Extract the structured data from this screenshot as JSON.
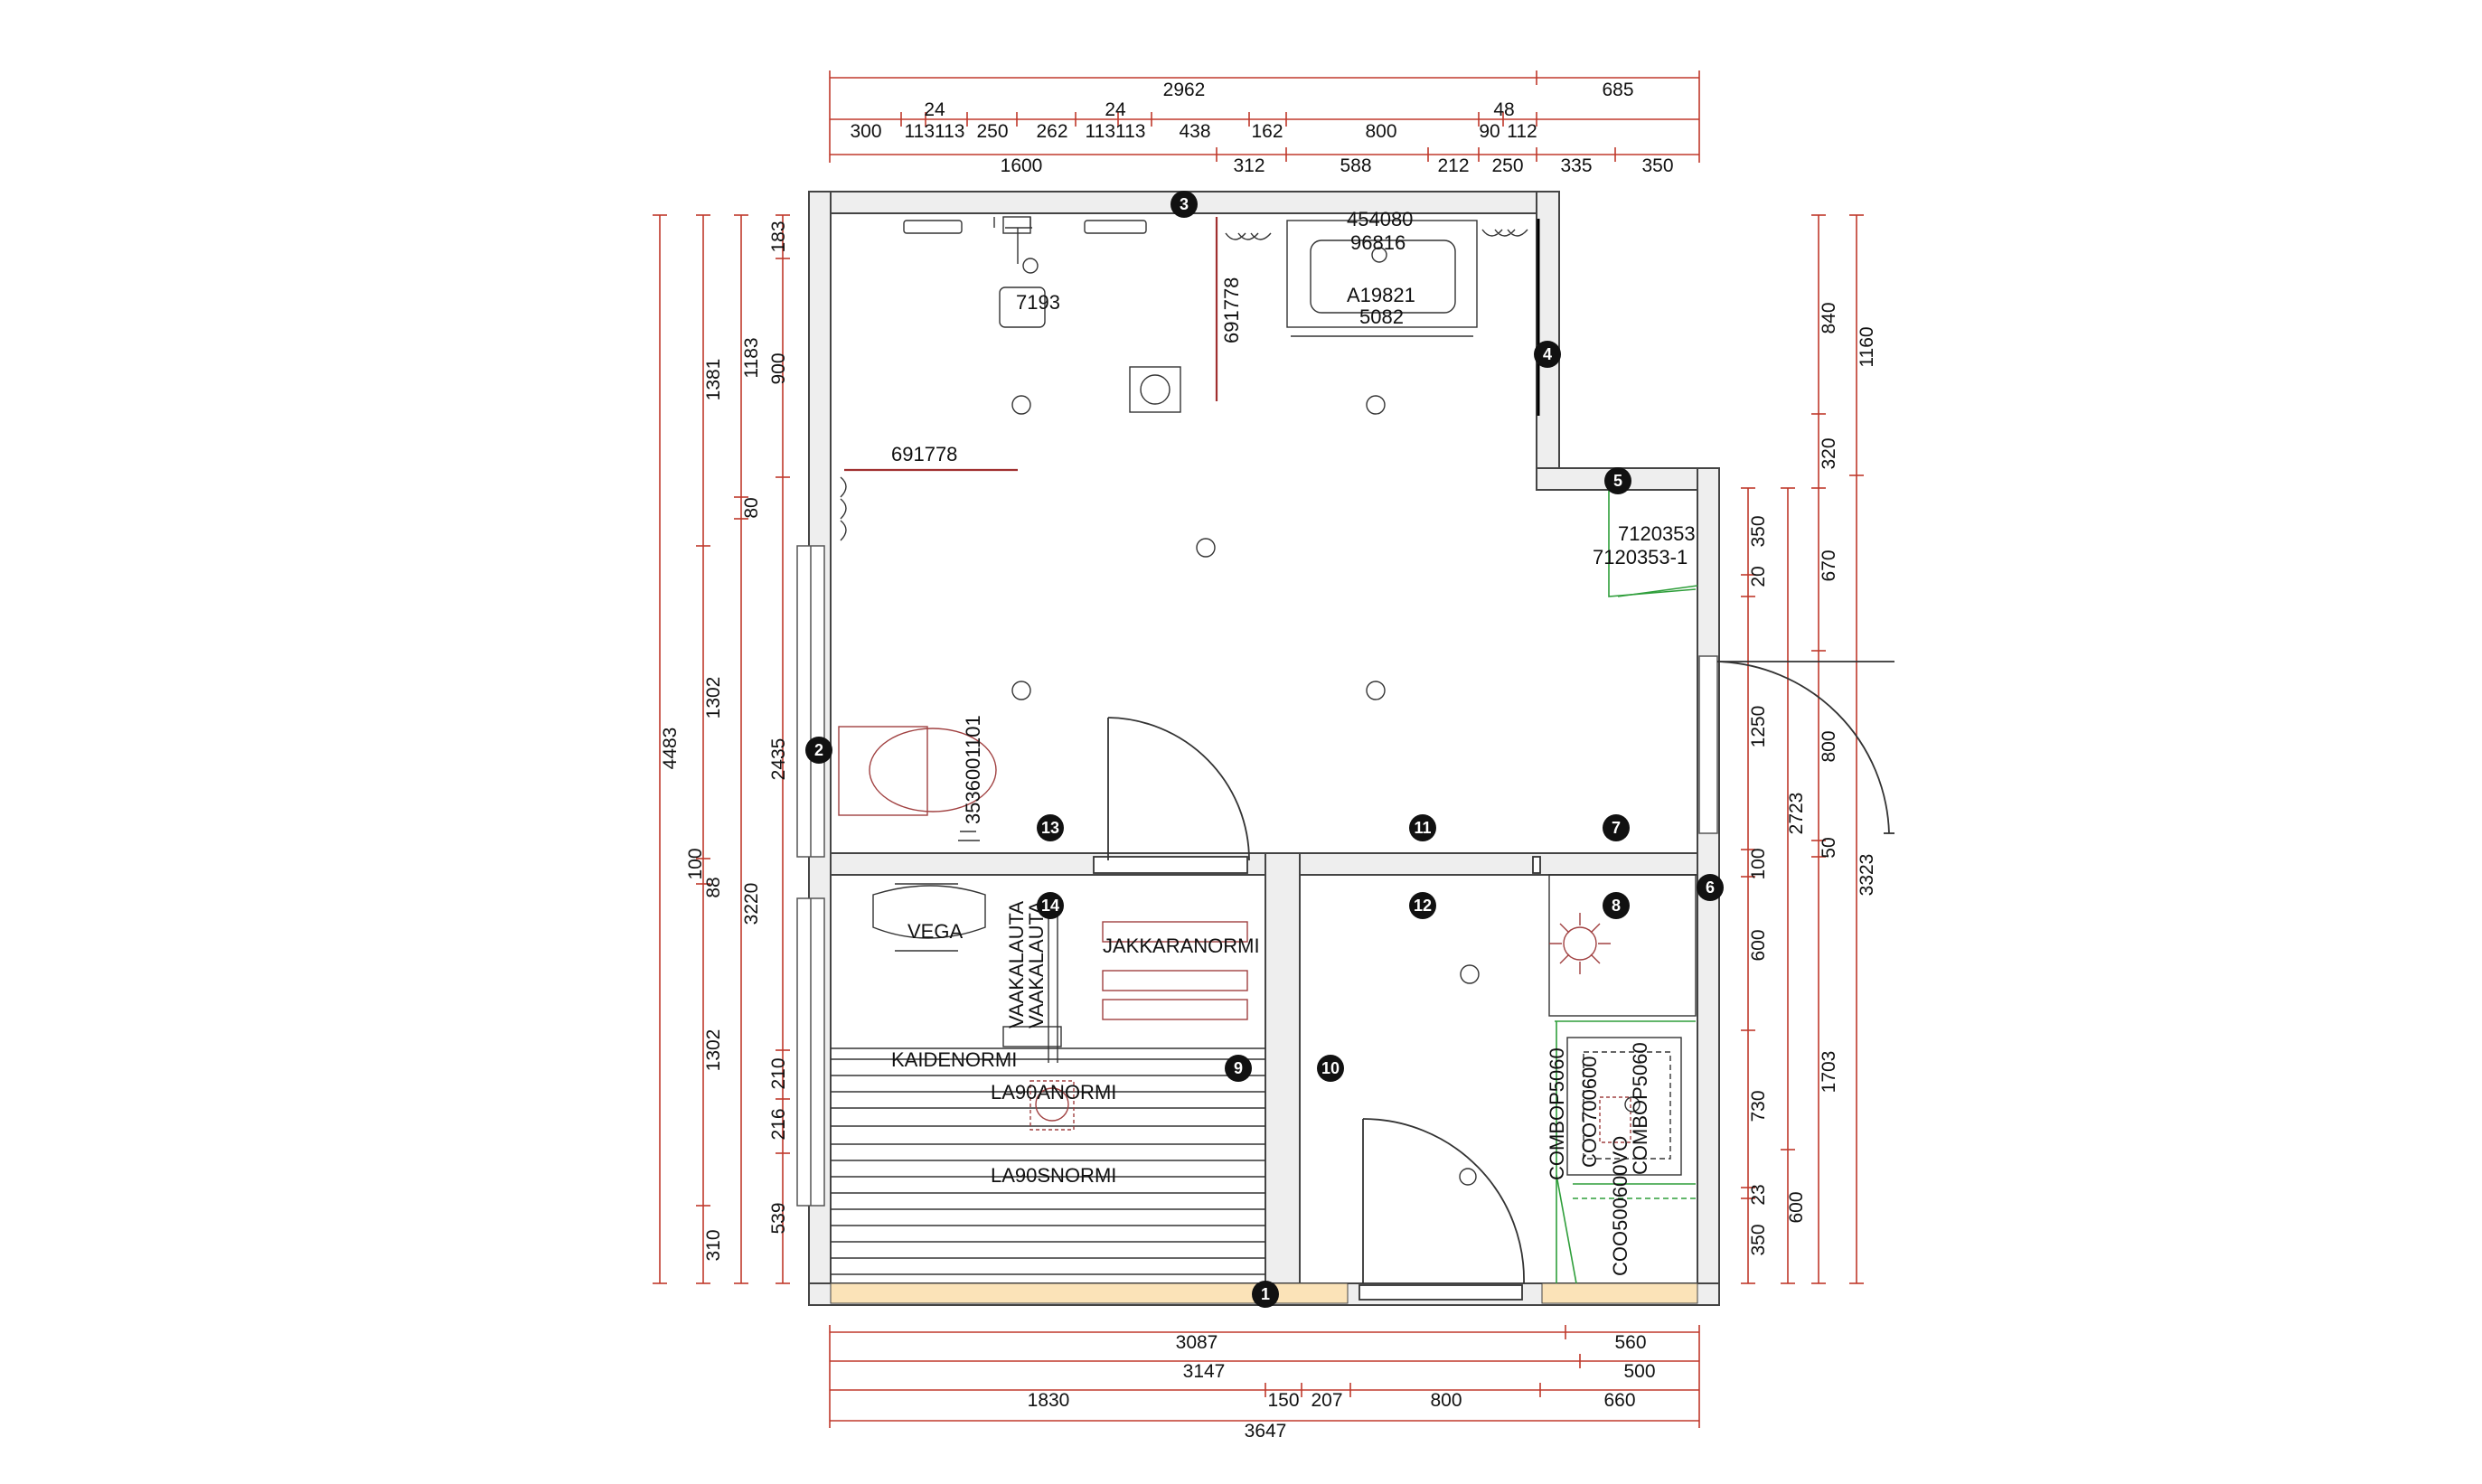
{
  "colors": {
    "dimension": "#c0392b",
    "wall_fill": "#eeeeee",
    "wall_stroke": "#444444",
    "green": "#2e9e3a",
    "floor_strip": "#fbe3b8",
    "marker": "#111111"
  },
  "dimensions": {
    "top": [
      {
        "text": "2962"
      },
      {
        "text": "685"
      },
      {
        "text": "24"
      },
      {
        "text": "24"
      },
      {
        "text": "48"
      },
      {
        "text": "300"
      },
      {
        "text": "113113"
      },
      {
        "text": "250"
      },
      {
        "text": "262"
      },
      {
        "text": "113113"
      },
      {
        "text": "438"
      },
      {
        "text": "162"
      },
      {
        "text": "800"
      },
      {
        "text": "90"
      },
      {
        "text": "112"
      },
      {
        "text": "1600"
      },
      {
        "text": "312"
      },
      {
        "text": "588"
      },
      {
        "text": "212"
      },
      {
        "text": "250"
      },
      {
        "text": "335"
      },
      {
        "text": "350"
      }
    ],
    "bottom": [
      {
        "text": "3087"
      },
      {
        "text": "560"
      },
      {
        "text": "3147"
      },
      {
        "text": "500"
      },
      {
        "text": "1830"
      },
      {
        "text": "150"
      },
      {
        "text": "207"
      },
      {
        "text": "800"
      },
      {
        "text": "660"
      },
      {
        "text": "3647"
      }
    ],
    "left": [
      {
        "text": "4483"
      },
      {
        "text": "1381"
      },
      {
        "text": "1302"
      },
      {
        "text": "100"
      },
      {
        "text": "1302"
      },
      {
        "text": "310"
      },
      {
        "text": "1183"
      },
      {
        "text": "80"
      },
      {
        "text": "88"
      },
      {
        "text": "3220"
      },
      {
        "text": "183"
      },
      {
        "text": "900"
      },
      {
        "text": "2435"
      },
      {
        "text": "210"
      },
      {
        "text": "216"
      },
      {
        "text": "539"
      }
    ],
    "right": [
      {
        "text": "350"
      },
      {
        "text": "20"
      },
      {
        "text": "1250"
      },
      {
        "text": "100"
      },
      {
        "text": "600"
      },
      {
        "text": "730"
      },
      {
        "text": "23"
      },
      {
        "text": "350"
      },
      {
        "text": "2723"
      },
      {
        "text": "600"
      },
      {
        "text": "840"
      },
      {
        "text": "320"
      },
      {
        "text": "670"
      },
      {
        "text": "800"
      },
      {
        "text": "50"
      },
      {
        "text": "1703"
      },
      {
        "text": "1160"
      },
      {
        "text": "3323"
      }
    ]
  },
  "labels": [
    {
      "text": "7193"
    },
    {
      "text": "454080"
    },
    {
      "text": "96816"
    },
    {
      "text": "A19821"
    },
    {
      "text": "5082"
    },
    {
      "text": "691778"
    },
    {
      "text": "691778"
    },
    {
      "text": "7120353"
    },
    {
      "text": "7120353-1"
    },
    {
      "text": "3536001101"
    },
    {
      "text": "VEGA"
    },
    {
      "text": "VAAKALAUTA"
    },
    {
      "text": "VAAKALAUTA"
    },
    {
      "text": "JAKKARANORMI"
    },
    {
      "text": "KAIDENORMI"
    },
    {
      "text": "LA90ANORMI"
    },
    {
      "text": "LA90SNORMI"
    },
    {
      "text": "COMBOP5060"
    },
    {
      "text": "COO700600"
    },
    {
      "text": "COMBOP5060"
    },
    {
      "text": "COO500600VO"
    }
  ],
  "markers": [
    "1",
    "2",
    "3",
    "4",
    "5",
    "6",
    "7",
    "8",
    "9",
    "10",
    "11",
    "12",
    "13",
    "14"
  ]
}
